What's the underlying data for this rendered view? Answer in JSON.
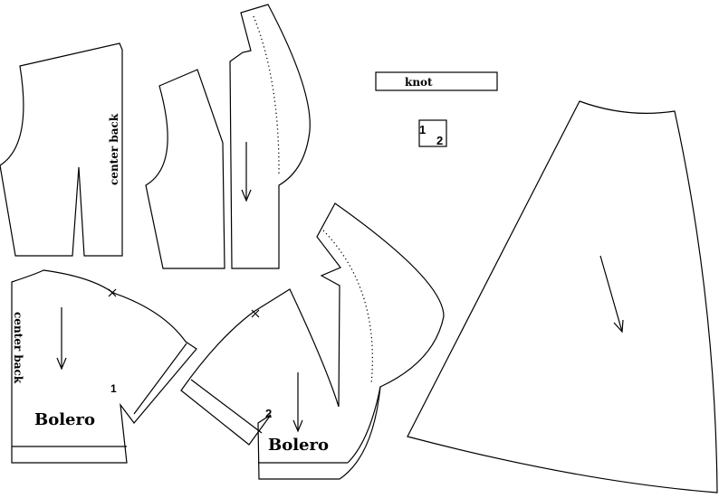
{
  "labels": {
    "center_back_top": "center back",
    "center_back_bottom": "center back",
    "bolero_left": "Bolero",
    "bolero_right": "Bolero",
    "knot": "knot",
    "mark_1": "1",
    "mark_2": "2",
    "square_1": "1",
    "square_2": "2"
  },
  "colors": {
    "line": "#000000",
    "background": "#ffffff"
  }
}
